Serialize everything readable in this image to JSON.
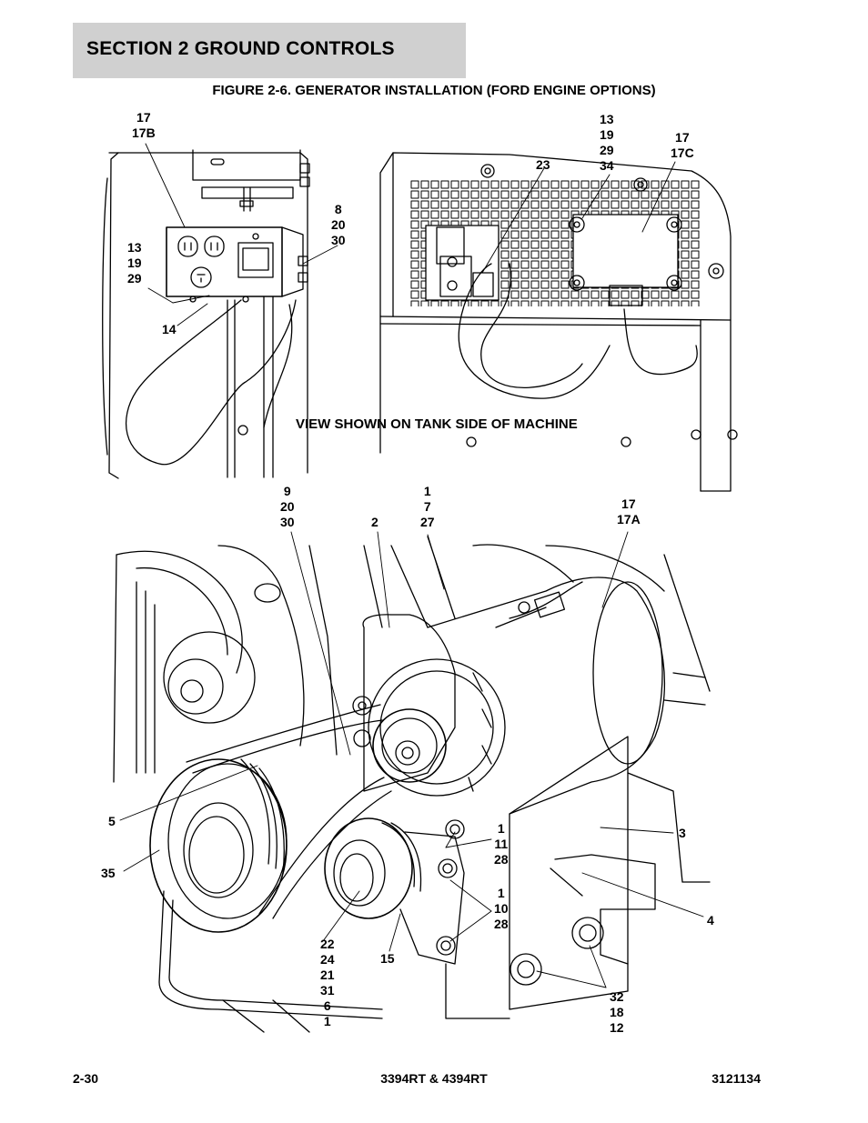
{
  "header": {
    "section_title": "SECTION 2   GROUND CONTROLS"
  },
  "figure": {
    "title": "FIGURE 2-6. GENERATOR INSTALLATION (FORD ENGINE OPTIONS)",
    "view_note": "VIEW SHOWN ON TANK SIDE OF MACHINE",
    "callouts": [
      {
        "id": "c1",
        "text": "17\n17B"
      },
      {
        "id": "c2",
        "text": "8\n20\n30"
      },
      {
        "id": "c3",
        "text": "13\n19\n29"
      },
      {
        "id": "c4",
        "text": "14"
      },
      {
        "id": "c5",
        "text": "23"
      },
      {
        "id": "c6",
        "text": "13\n19\n29\n34"
      },
      {
        "id": "c7",
        "text": "17\n17C"
      },
      {
        "id": "c8",
        "text": "9\n20\n30"
      },
      {
        "id": "c9",
        "text": "2"
      },
      {
        "id": "c10",
        "text": "1\n7\n27"
      },
      {
        "id": "c11",
        "text": "17\n17A"
      },
      {
        "id": "c12",
        "text": "5"
      },
      {
        "id": "c13",
        "text": "35"
      },
      {
        "id": "c14",
        "text": "1\n11\n28"
      },
      {
        "id": "c15",
        "text": "3"
      },
      {
        "id": "c16",
        "text": "1\n10\n28"
      },
      {
        "id": "c17",
        "text": "4"
      },
      {
        "id": "c18",
        "text": "22\n24\n21\n31\n6\n1"
      },
      {
        "id": "c19",
        "text": "15"
      },
      {
        "id": "c20",
        "text": "32\n18\n12"
      }
    ]
  },
  "footer": {
    "page_number": "2-30",
    "model": "3394RT & 4394RT",
    "part_number": "3121134"
  }
}
